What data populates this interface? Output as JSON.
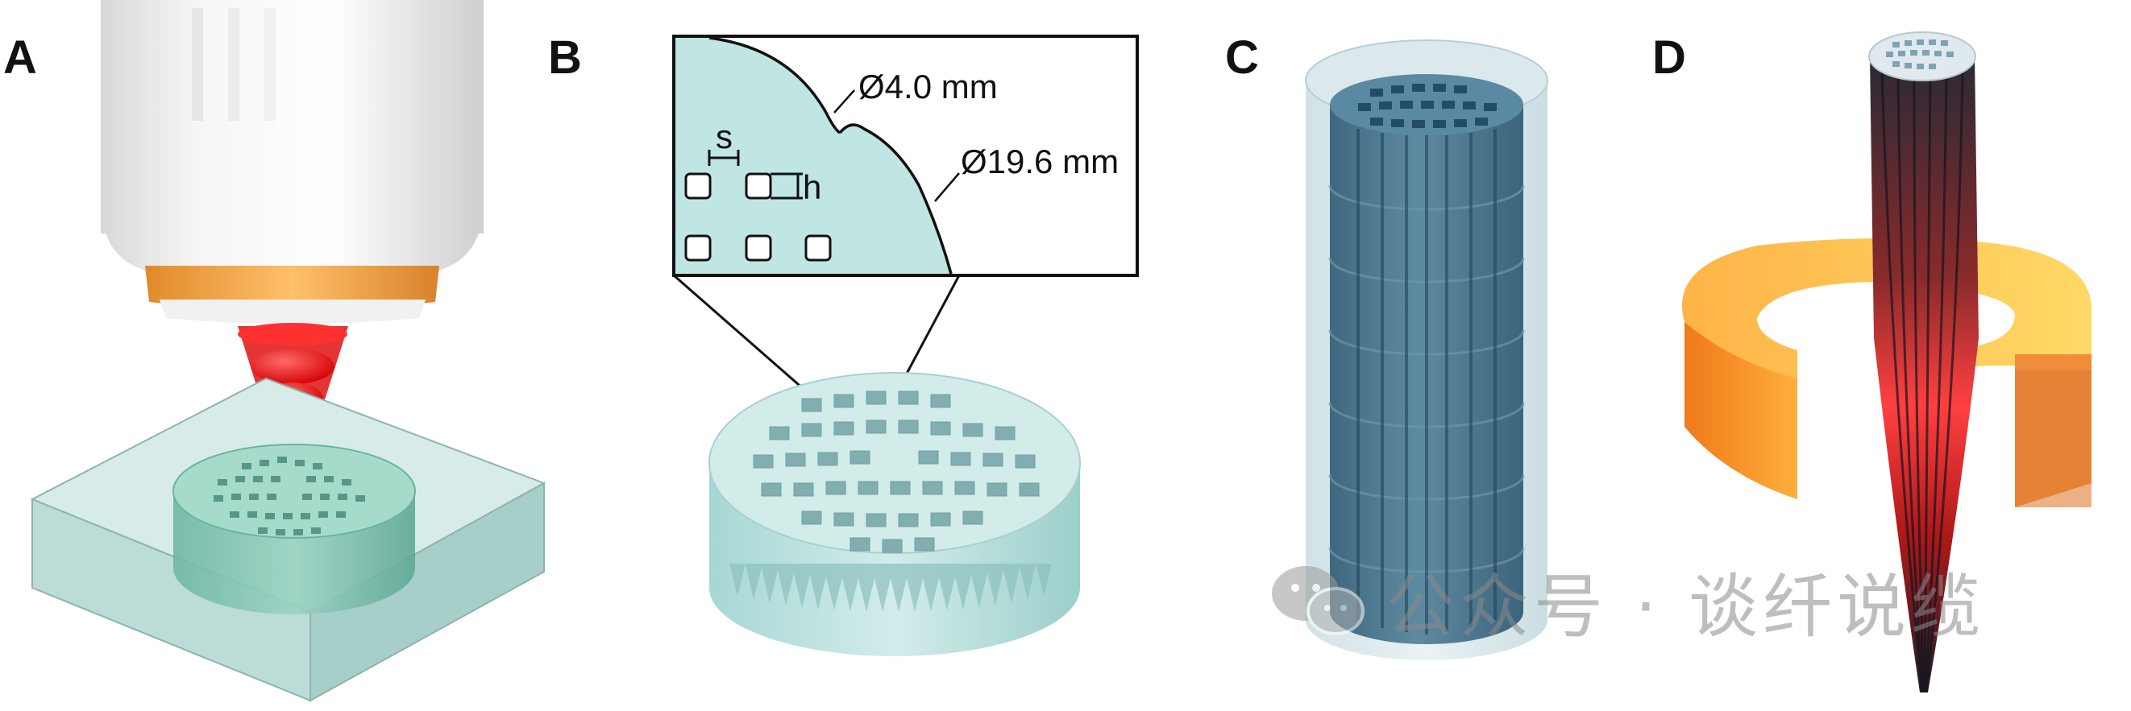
{
  "panels": {
    "a": {
      "label": "A"
    },
    "b": {
      "label": "B",
      "dim_small": "Ø4.0 mm",
      "dim_large": "Ø19.6 mm",
      "label_s": "s",
      "label_h": "h"
    },
    "c": {
      "label": "C"
    },
    "d": {
      "label": "D"
    }
  },
  "watermark": {
    "text": "公众号 · 谈纤说缆",
    "icon": "wechat-icon"
  }
}
